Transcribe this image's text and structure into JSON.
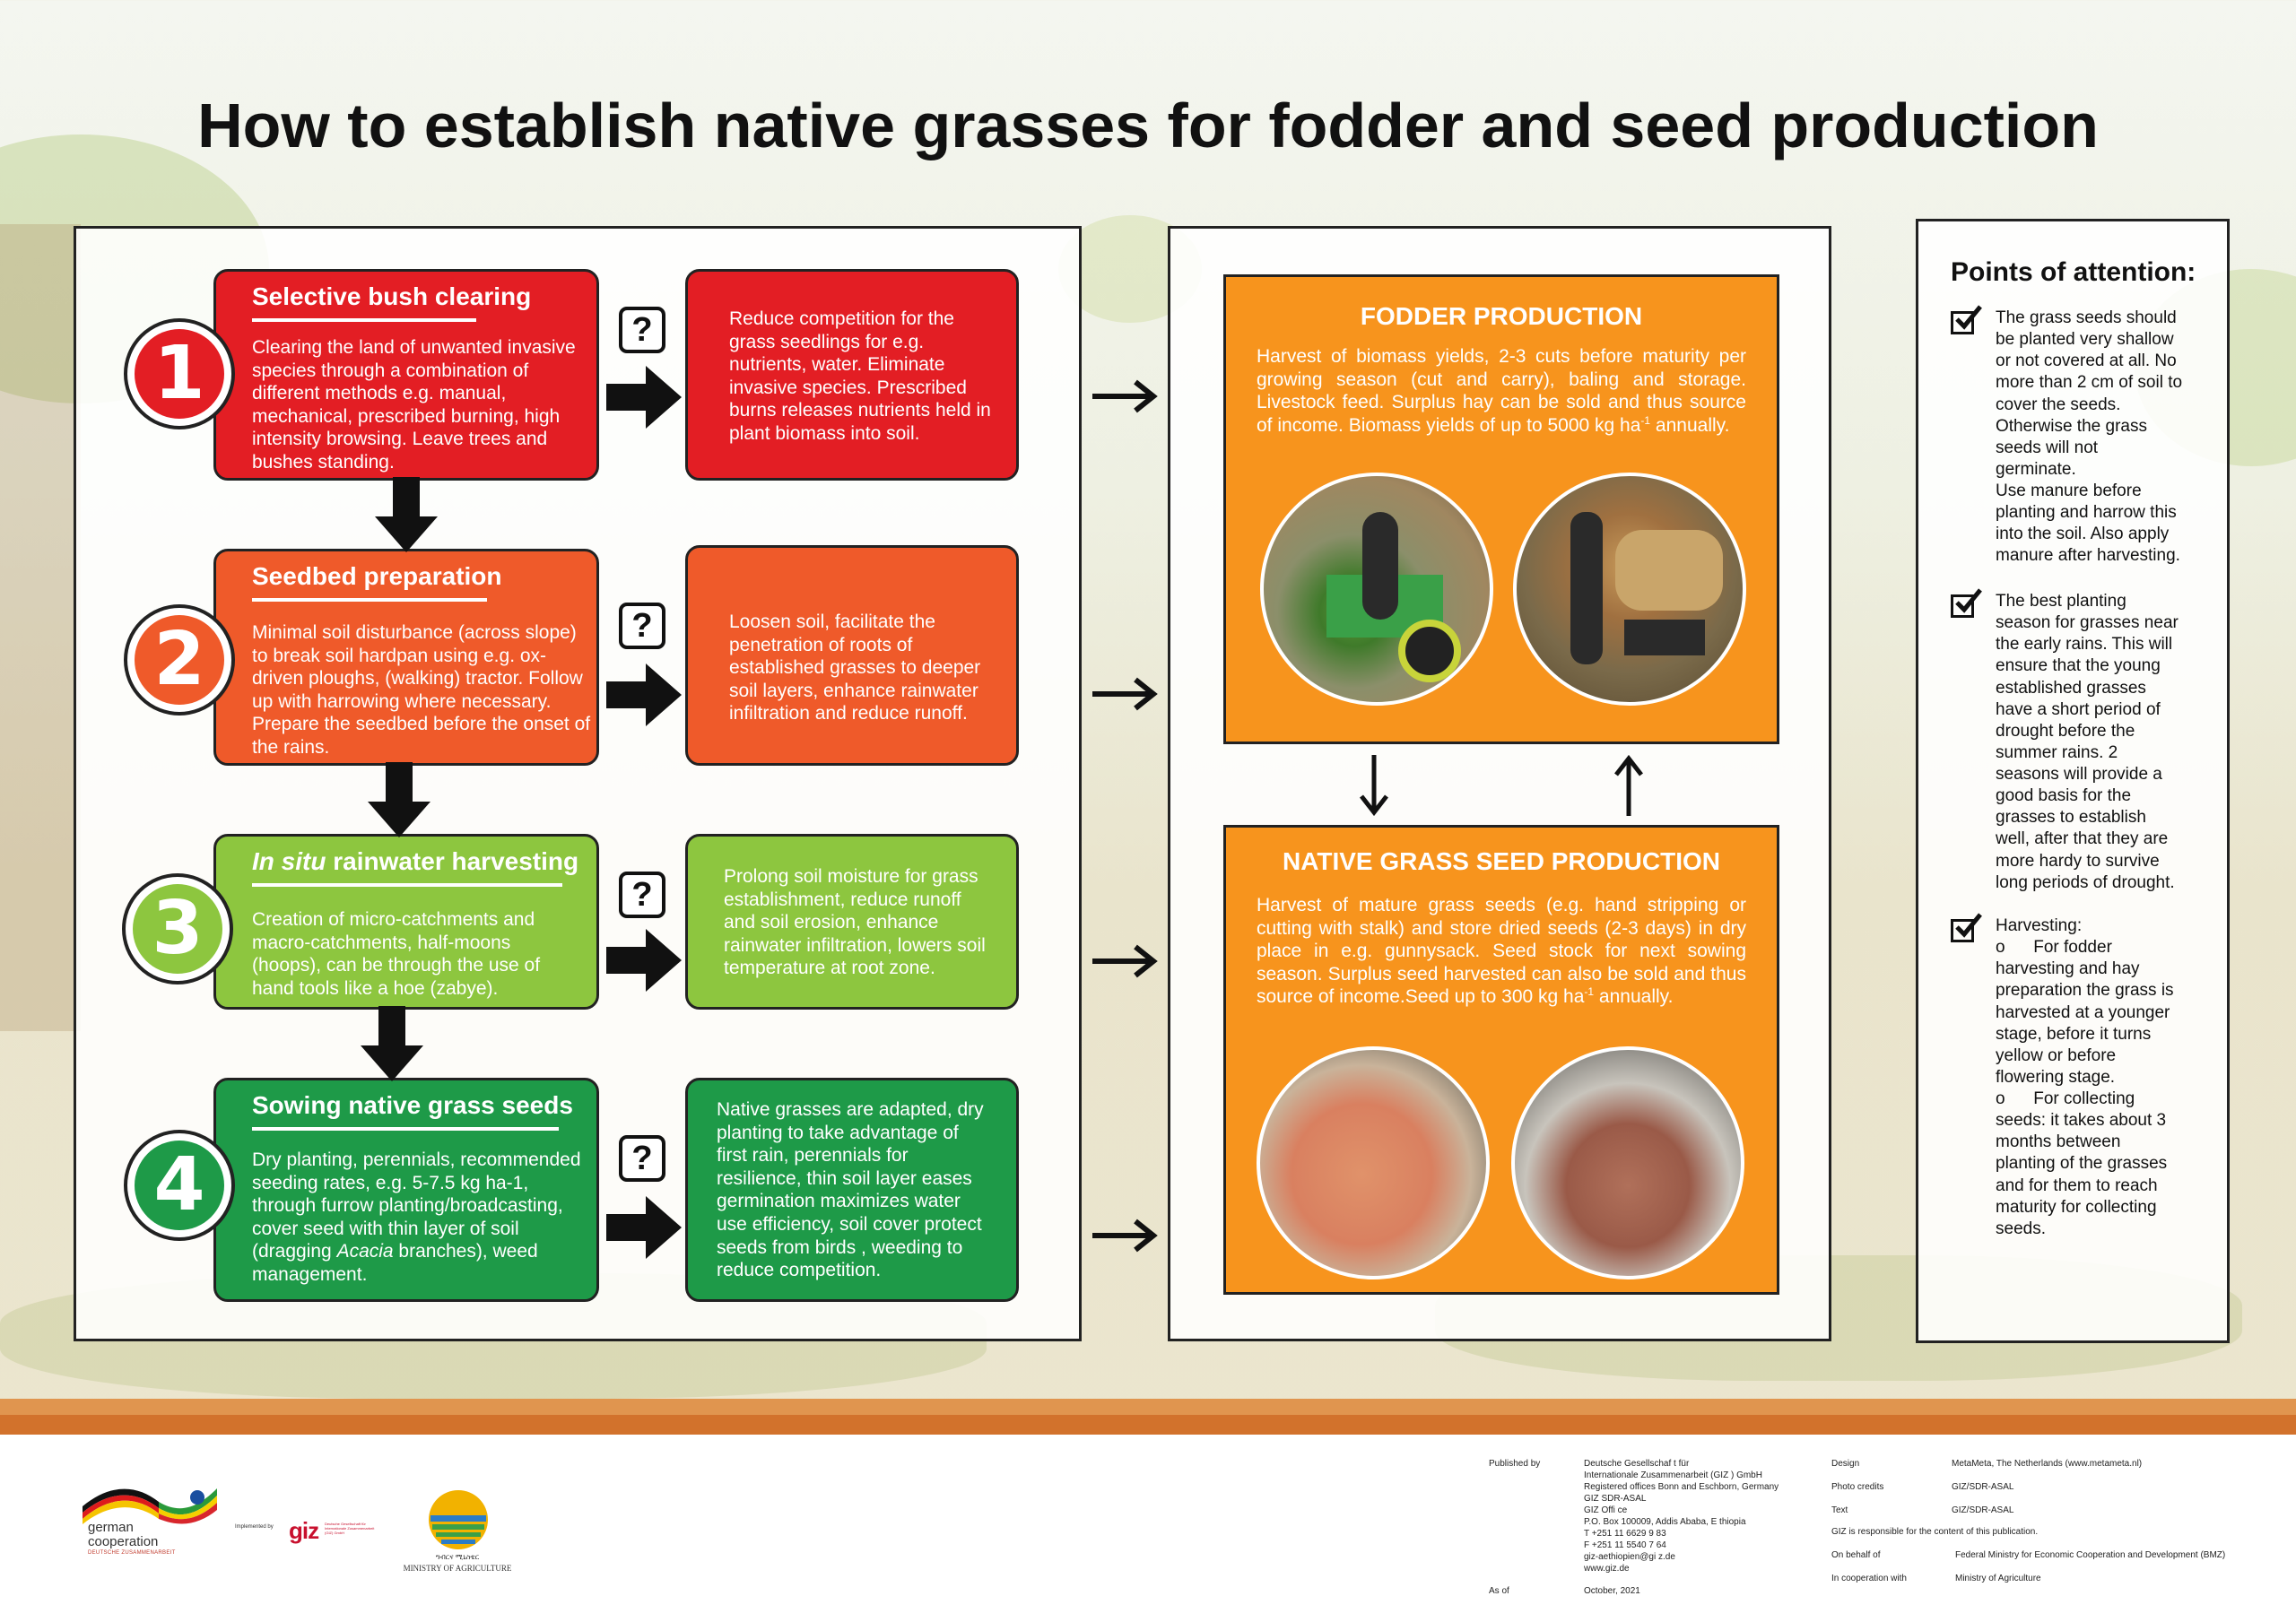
{
  "title": "How to establish native grasses for fodder and seed production",
  "colors": {
    "red": "#e31e24",
    "orange_red": "#ef5a2a",
    "light_green": "#8dc63f",
    "dark_green": "#1e9a48",
    "orange": "#f7941d",
    "footer_band": "#d2722c"
  },
  "steps": [
    {
      "number": "1",
      "title": "Selective bush clearing",
      "text": "Clearing the land of unwanted invasive species through a combination of different methods e.g. manual, mechanical, prescribed burning, high intensity browsing. Leave trees and bushes standing.",
      "why": "Reduce competition for the grass seedlings for e.g. nutrients, water.  Eliminate invasive species. Prescribed burns releases nutrients held in plant biomass into soil."
    },
    {
      "number": "2",
      "title": "Seedbed preparation",
      "text": "Minimal soil disturbance (across slope) to break soil hardpan using e.g. ox-driven ploughs, (walking) tractor. Follow up with harrowing where necessary. Prepare the seedbed before the onset of the rains.",
      "why": "Loosen soil, facilitate the penetration of roots of established grasses to deeper soil layers, enhance rainwater infiltration and reduce runoff."
    },
    {
      "number": "3",
      "title_italic": "In situ",
      "title": " rainwater harvesting",
      "text": "Creation of micro-catchments and macro-catchments, half-moons (hoops), can be through the use of hand tools like a hoe (zabye).",
      "why": "Prolong soil moisture for grass establishment, reduce runoff and soil erosion, enhance rainwater infiltration, lowers soil temperature at root zone."
    },
    {
      "number": "4",
      "title": "Sowing native grass seeds",
      "text_a": "Dry planting, perennials, recommended seeding rates, e.g. 5-7.5 kg ha-1, through furrow planting/broadcasting, cover seed with thin layer of soil (dragging ",
      "text_italic": "Acacia",
      "text_b": " branches), weed management.",
      "why": "Native grasses are adapted, dry planting to take advantage of first rain, perennials for resilience, thin soil layer eases germination maximizes water use efficiency, soil cover protect seeds from birds , weeding to reduce competition."
    }
  ],
  "question_mark": "?",
  "fodder": {
    "title": "FODDER PRODUCTION",
    "text": "Harvest of biomass yields, 2-3 cuts before maturity per growing season (cut and carry), baling and storage. Livestock feed. Surplus hay can be sold and thus source of income. Biomass yields of up to 5000 kg ha",
    "sup": "-1",
    "text_end": " annually."
  },
  "seed": {
    "title": "NATIVE GRASS SEED PRODUCTION",
    "text": "Harvest of mature grass seeds (e.g. hand stripping or cutting with stalk) and store dried seeds (2-3 days) in dry place in e.g. gunnysack. Seed stock for next sowing season. Surplus seed harvested can also be sold and thus source of income.Seed up to 300 kg ha",
    "sup": "-1",
    "text_end": " annually."
  },
  "attention": {
    "title": "Points of attention:",
    "items": [
      [
        "The grass seeds should",
        "be planted very shallow",
        "or not covered at all. No",
        "more than 2 cm of soil to",
        "cover the seeds.",
        "Otherwise the grass",
        "seeds will not",
        "germinate.",
        "Use manure before",
        "planting and harrow this",
        "into the soil. Also apply",
        "manure after harvesting."
      ],
      [
        "The best planting",
        "season for grasses near",
        "the early rains. This will",
        "ensure that the young",
        "established grasses",
        "have a short period of",
        "drought before the",
        "summer rains. 2",
        "seasons will provide a",
        "good basis for the",
        "grasses to establish",
        "well, after that they are",
        "more hardy to survive",
        "long periods of drought."
      ],
      [
        "Harvesting:",
        "o      For fodder",
        "harvesting and hay",
        "preparation the grass is",
        "harvested at a younger",
        "stage, before it turns",
        "yellow or before",
        "flowering stage.",
        "o      For collecting",
        "seeds: it takes about 3",
        "months between",
        "planting of the grasses",
        "and for them to reach",
        "maturity for collecting",
        "seeds."
      ]
    ]
  },
  "footer": {
    "logo_german_1": "german",
    "logo_german_2": "cooperation",
    "logo_german_3": "DEUTSCHE ZUSAMMENARBEIT",
    "implemented_by": "Implemented by",
    "giz": "giz",
    "giz_small": "Deutsche Gesellschaft für Internationale Zusammenarbeit (GIZ) GmbH",
    "ministry_amharic": "ግብርና ሚኒስቴር",
    "ministry": "MINISTRY OF AGRICULTURE",
    "published_by_label": "Published  by",
    "published_by": [
      "Deutsche Gesellschaf t für",
      "Internationale Zusammenarbeit (GIZ ) GmbH",
      "Registered offices Bonn and Eschborn, Germany",
      "GIZ SDR-ASAL",
      "GIZ Offi ce",
      "P.O. Box 100009, Addis Ababa, E thiopia",
      "T +251 11 6629 9 83",
      "F +251 11 5540 7 64",
      "giz-aethiopien@gi z.de",
      "www.giz.de"
    ],
    "as_of_label": "As of",
    "as_of": "October, 2021",
    "design_label": "Design",
    "design": "MetaMeta, The Netherlands (www.metameta.nl)",
    "photo_label": "Photo credits",
    "photo": "GIZ/SDR-ASAL",
    "text_label": "Text",
    "text_val": "GIZ/SDR-ASAL",
    "responsible": "GIZ is responsible for the content of this publication.",
    "behalf_label": "On behalf of",
    "behalf": "Federal Ministry for Economic  Cooperation and Development (BMZ)",
    "coop_label": "In cooperation with",
    "coop": "Ministry of Agriculture"
  }
}
